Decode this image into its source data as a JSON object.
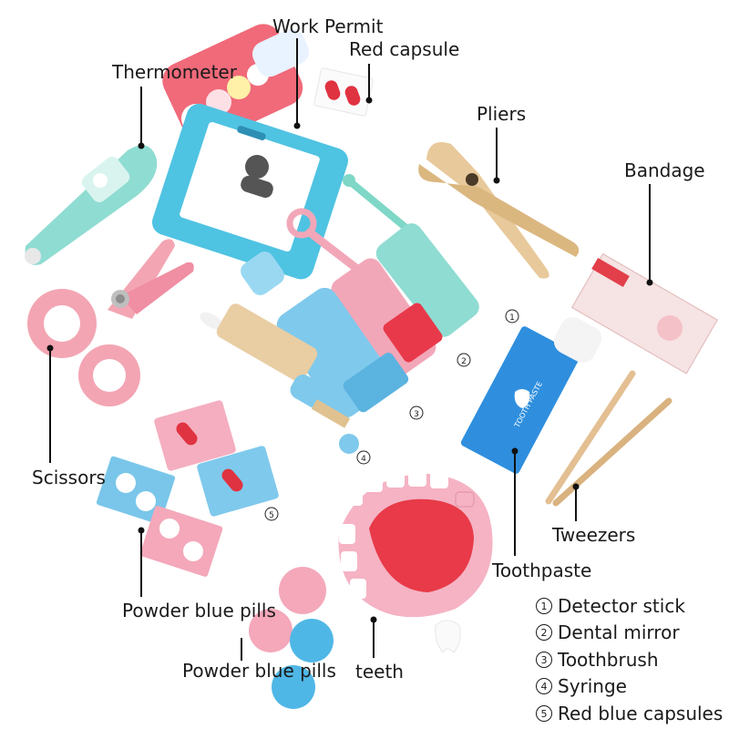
{
  "labels": {
    "work_permit": "Work Permit",
    "red_capsule": "Red capsule",
    "thermometer": "Thermometer",
    "pliers": "Pliers",
    "bandage": "Bandage",
    "scissors": "Scissors",
    "tweezers": "Tweezers",
    "toothpaste": "Toothpaste",
    "powder_blue_pills_1": "Powder blue pills",
    "powder_blue_pills_2": "Powder blue pills",
    "teeth": "teeth"
  },
  "legend": [
    {
      "num": "1",
      "text": "Detector stick"
    },
    {
      "num": "2",
      "text": "Dental mirror"
    },
    {
      "num": "3",
      "text": "Toothbrush"
    },
    {
      "num": "4",
      "text": "Syringe"
    },
    {
      "num": "5",
      "text": "Red blue capsules"
    }
  ],
  "item_numbers": {
    "detector_stick": "1",
    "dental_mirror": "2",
    "toothbrush": "3",
    "syringe": "4",
    "capsules": "5"
  },
  "toothpaste_print": "TOOTH PASTE",
  "colors": {
    "mint": "#8fdcd2",
    "pink": "#f2a7b8",
    "sky_blue": "#7fc9ec",
    "red": "#e8394a",
    "wood": "#e6c9a0",
    "toothpaste_blue": "#2f8fde"
  }
}
